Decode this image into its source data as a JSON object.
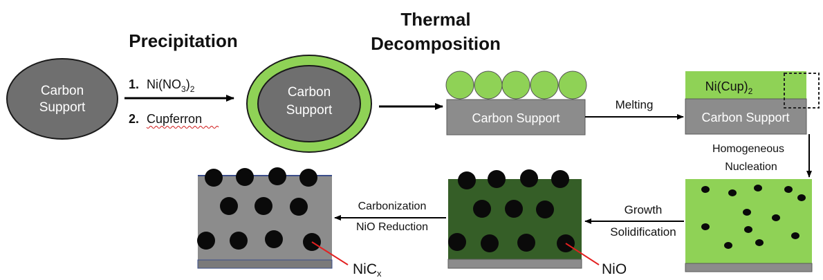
{
  "headings": {
    "precipitation": "Precipitation",
    "thermal_line1": "Thermal",
    "thermal_line2": "Decomposition"
  },
  "step1": {
    "support_line1": "Carbon",
    "support_line2": "Support",
    "reagent1_num": "1.",
    "reagent1_name": "Ni(NO",
    "reagent1_sub": "3",
    "reagent1_close": ")",
    "reagent1_sub2": "2",
    "reagent2_num": "2.",
    "reagent2_name": "Cupferron"
  },
  "step2": {
    "support_line1": "Carbon",
    "support_line2": "Support"
  },
  "step3": {
    "support": "Carbon Support",
    "arrow_label": "Melting"
  },
  "step4": {
    "complex_main": "Ni(Cup)",
    "complex_sub": "2",
    "support": "Carbon Support",
    "arrow_label_line1": "Homogeneous",
    "arrow_label_line2": "Nucleation"
  },
  "step5": {
    "arrow_label_line1": "Growth",
    "arrow_label_line2": "Solidification",
    "particle_label": "NiO"
  },
  "step6": {
    "arrow_label_line1": "Carbonization",
    "arrow_label_line2": "NiO Reduction",
    "particle_label_main": "NiC",
    "particle_label_sub": "x"
  },
  "colors": {
    "carbon_gray": "#6f6f6f",
    "support_gray": "#8c8c8c",
    "light_green": "#8fd256",
    "dark_green": "#355e27",
    "particle_black": "#0a0a0a",
    "pointer_red": "#e32020"
  }
}
